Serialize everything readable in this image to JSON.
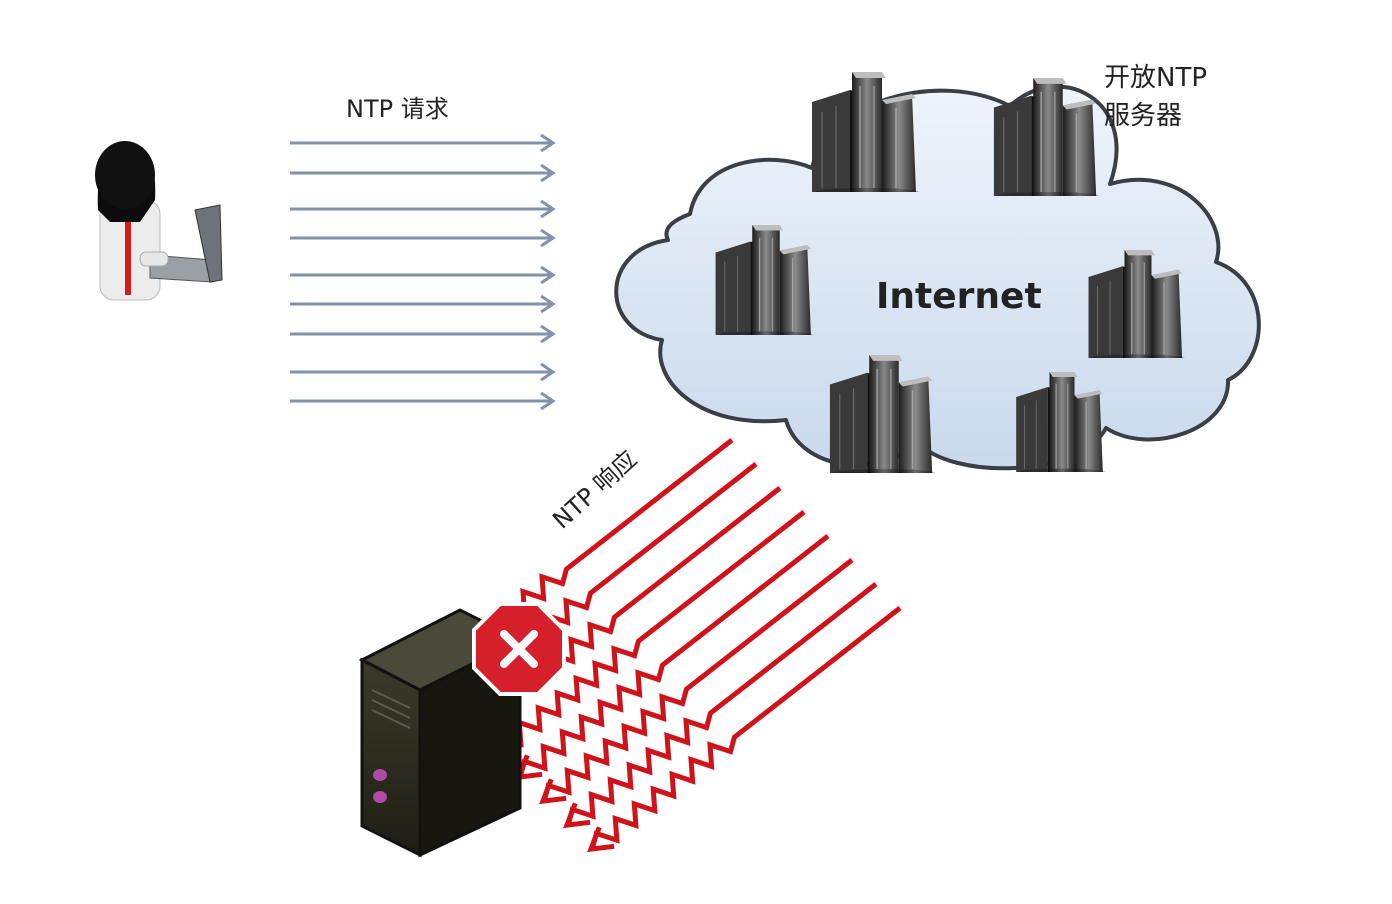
{
  "labels": {
    "request": "NTP 请求",
    "response": "NTP 响应",
    "cloud": "Internet",
    "open_servers_line1": "开放NTP",
    "open_servers_line2": "服务器"
  },
  "counts": {
    "request_arrows": 9,
    "response_arrows": 8,
    "cloud_servers": 6
  },
  "colors": {
    "request_arrow": "#7f93ad",
    "response_arrow": "#d0131b",
    "cloud_fill": "#dbe7f5",
    "cloud_stroke": "#3a3f46",
    "stop_sign": "#d51f2a",
    "victim_server": "#2b2a1f"
  },
  "icons": {
    "attacker": "hacker-laptop-icon",
    "victim": "server-tower-icon",
    "blocked": "stop-x-icon",
    "open_server": "server-rack-icon"
  }
}
